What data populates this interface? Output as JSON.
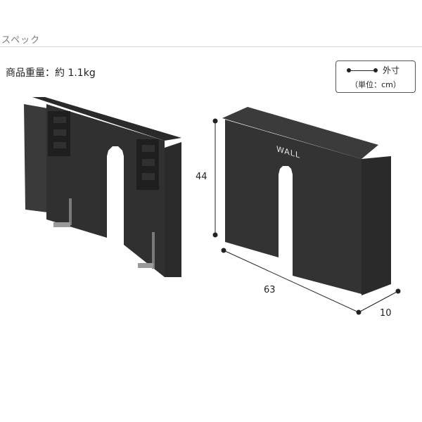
{
  "header": {
    "title": "スペック"
  },
  "weight": {
    "text": "商品重量：約 1.1kg"
  },
  "legend": {
    "label": "外寸",
    "unit": "（単位：cm）"
  },
  "product": {
    "logo": "WALL"
  },
  "dimensions": {
    "height": "44",
    "width": "63",
    "depth": "10"
  },
  "colors": {
    "product": "#323232",
    "product_dark": "#262626",
    "line": "#222222"
  }
}
